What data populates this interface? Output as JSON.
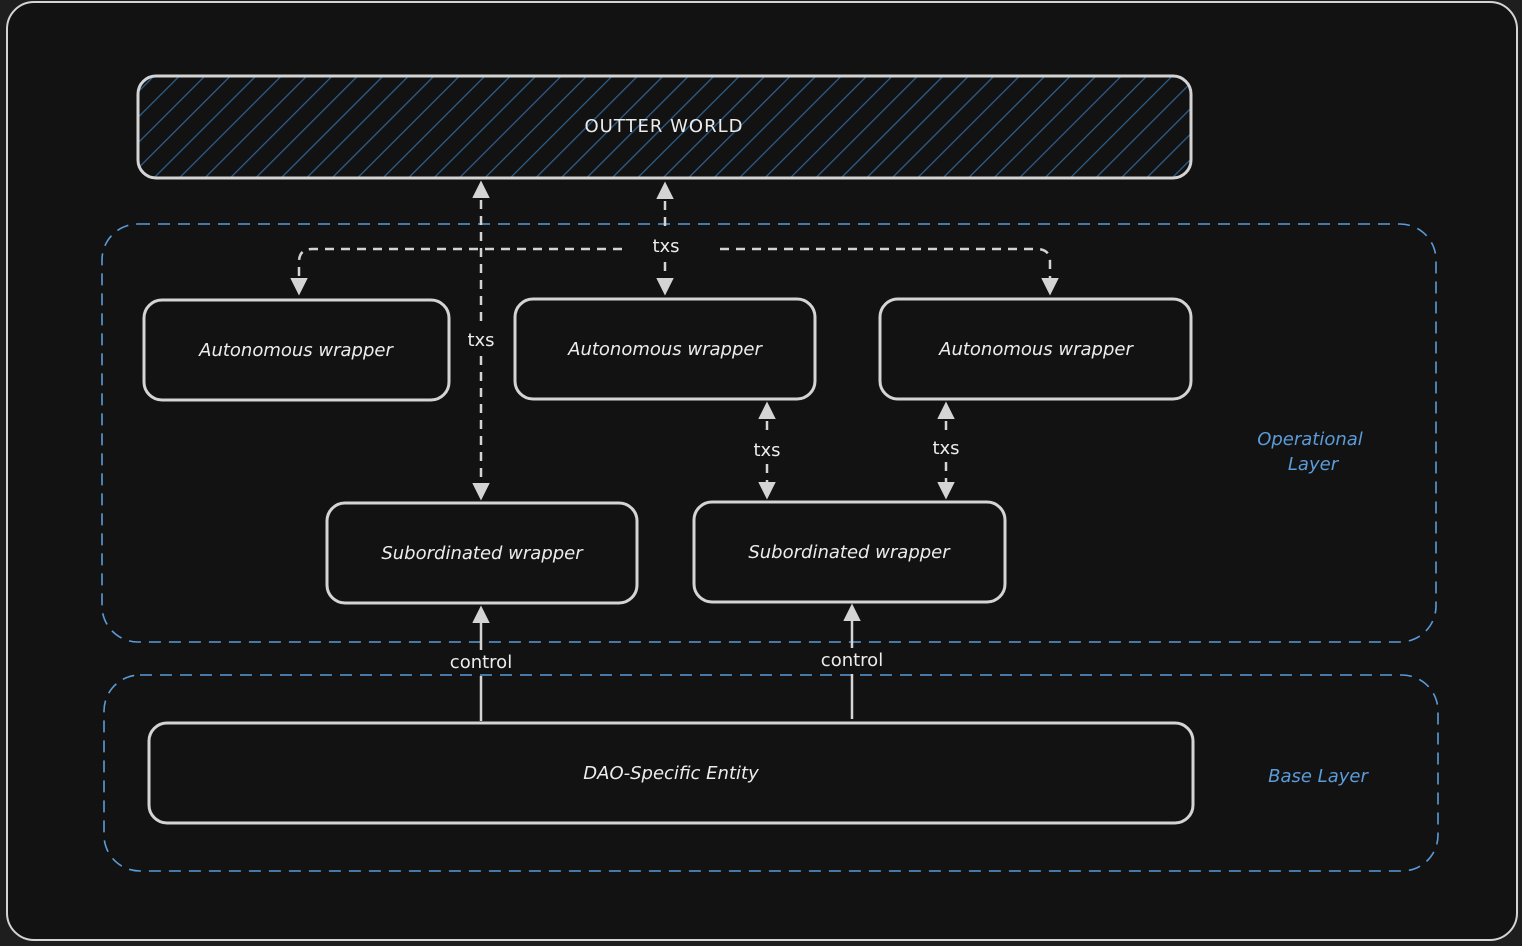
{
  "diagram": {
    "outer_world": {
      "label": "OUTTER WORLD"
    },
    "operational_layer": {
      "label_line1": "Operational",
      "label_line2": "Layer"
    },
    "base_layer": {
      "label": "Base Layer"
    },
    "autonomous_wrappers": [
      {
        "label": "Autonomous wrapper"
      },
      {
        "label": "Autonomous wrapper"
      },
      {
        "label": "Autonomous wrapper"
      }
    ],
    "subordinated_wrappers": [
      {
        "label": "Subordinated wrapper"
      },
      {
        "label": "Subordinated wrapper"
      }
    ],
    "dao_entity": {
      "label": "DAO-Specific Entity"
    },
    "edges": {
      "txs_top": "txs",
      "txs_left": "txs",
      "txs_mid": "txs",
      "txs_right": "txs",
      "control_left": "control",
      "control_right": "control"
    },
    "colors": {
      "stroke": "#d4d4d4",
      "layer_border": "#5b9bd8",
      "hatch": "#2f5f8f",
      "background": "#121212"
    }
  }
}
